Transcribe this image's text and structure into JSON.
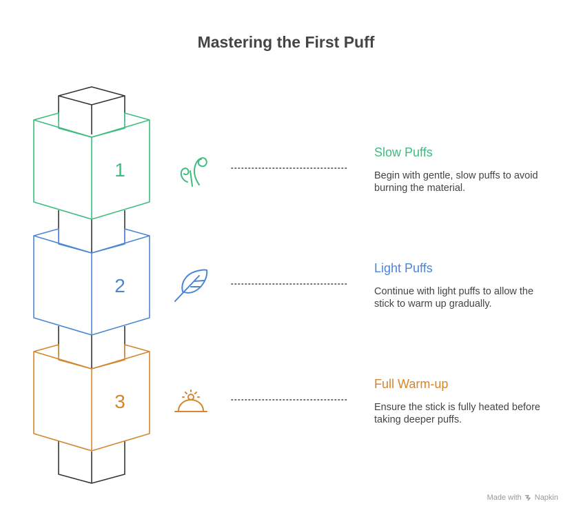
{
  "title": "Mastering the First Puff",
  "steps": [
    {
      "number": "1",
      "title": "Slow Puffs",
      "description": "Begin with gentle, slow puffs to avoid burning the material.",
      "color": "#3dbd7d",
      "icon": "spiral-smoke-icon"
    },
    {
      "number": "2",
      "title": "Light Puffs",
      "description": "Continue with light puffs to allow the stick to warm up gradually.",
      "color": "#4a86d4",
      "icon": "feather-icon"
    },
    {
      "number": "3",
      "title": "Full Warm-up",
      "description": "Ensure the stick is fully heated before taking deeper puffs.",
      "color": "#d4852e",
      "icon": "sunrise-icon"
    }
  ],
  "credit": {
    "made_with": "Made with",
    "brand": "Napkin"
  },
  "colors": {
    "stick": "#333333",
    "text": "#444444",
    "muted": "#999999"
  }
}
